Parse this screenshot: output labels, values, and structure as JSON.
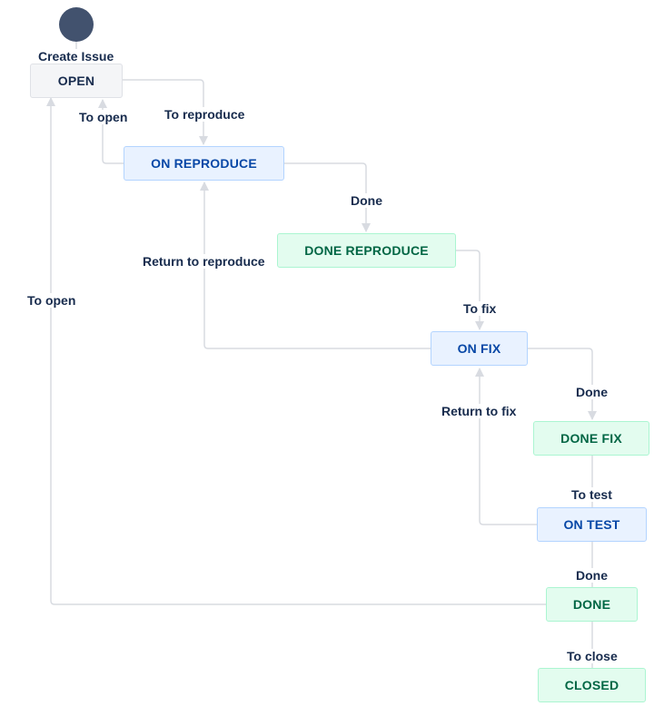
{
  "diagram": {
    "colors": {
      "start": "#42526e",
      "line": "#d8dbe1",
      "todo_bg": "#f4f5f7",
      "in_progress_bg": "#e9f2ff",
      "done_bg": "#e3fcef"
    },
    "statuses": {
      "open": "OPEN",
      "on_reproduce": "ON REPRODUCE",
      "done_reproduce": "DONE REPRODUCE",
      "on_fix": "ON FIX",
      "done_fix": "DONE FIX",
      "on_test": "ON TEST",
      "done": "DONE",
      "closed": "CLOSED"
    },
    "transitions": {
      "create_issue": "Create Issue",
      "to_reproduce": "To reproduce",
      "to_open_from_reproduce": "To open",
      "done_from_reproduce": "Done",
      "return_to_reproduce": "Return to reproduce",
      "to_open_from_done": "To open",
      "to_fix": "To fix",
      "done_from_fix": "Done",
      "return_to_fix": "Return to fix",
      "to_test": "To test",
      "done_from_test": "Done",
      "to_close": "To close"
    }
  }
}
